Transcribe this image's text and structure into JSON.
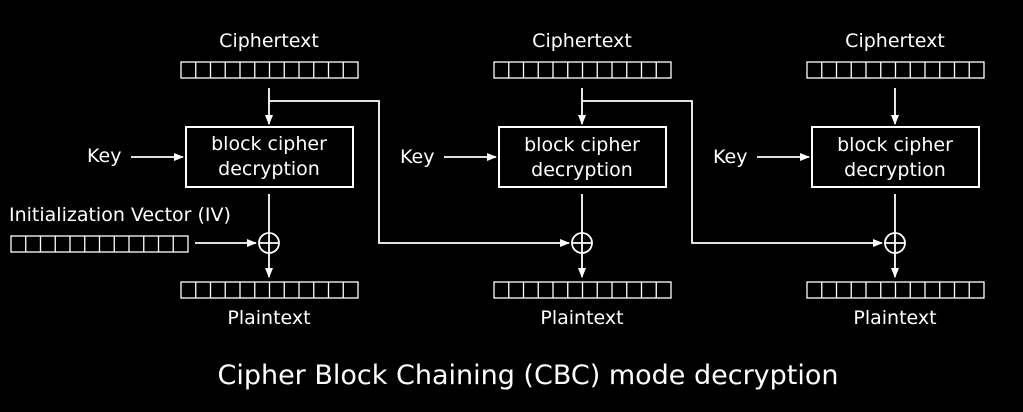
{
  "diagram": {
    "title": "Cipher Block Chaining (CBC) mode decryption",
    "iv_label": "Initialization Vector (IV)",
    "stages": [
      {
        "ciphertext_label": "Ciphertext",
        "key_label": "Key",
        "block_label_line1": "block cipher",
        "block_label_line2": "decryption",
        "plaintext_label": "Plaintext"
      },
      {
        "ciphertext_label": "Ciphertext",
        "key_label": "Key",
        "block_label_line1": "block cipher",
        "block_label_line2": "decryption",
        "plaintext_label": "Plaintext"
      },
      {
        "ciphertext_label": "Ciphertext",
        "key_label": "Key",
        "block_label_line1": "block cipher",
        "block_label_line2": "decryption",
        "plaintext_label": "Plaintext"
      }
    ],
    "colors": {
      "background": "#000000",
      "foreground": "#ffffff"
    }
  }
}
